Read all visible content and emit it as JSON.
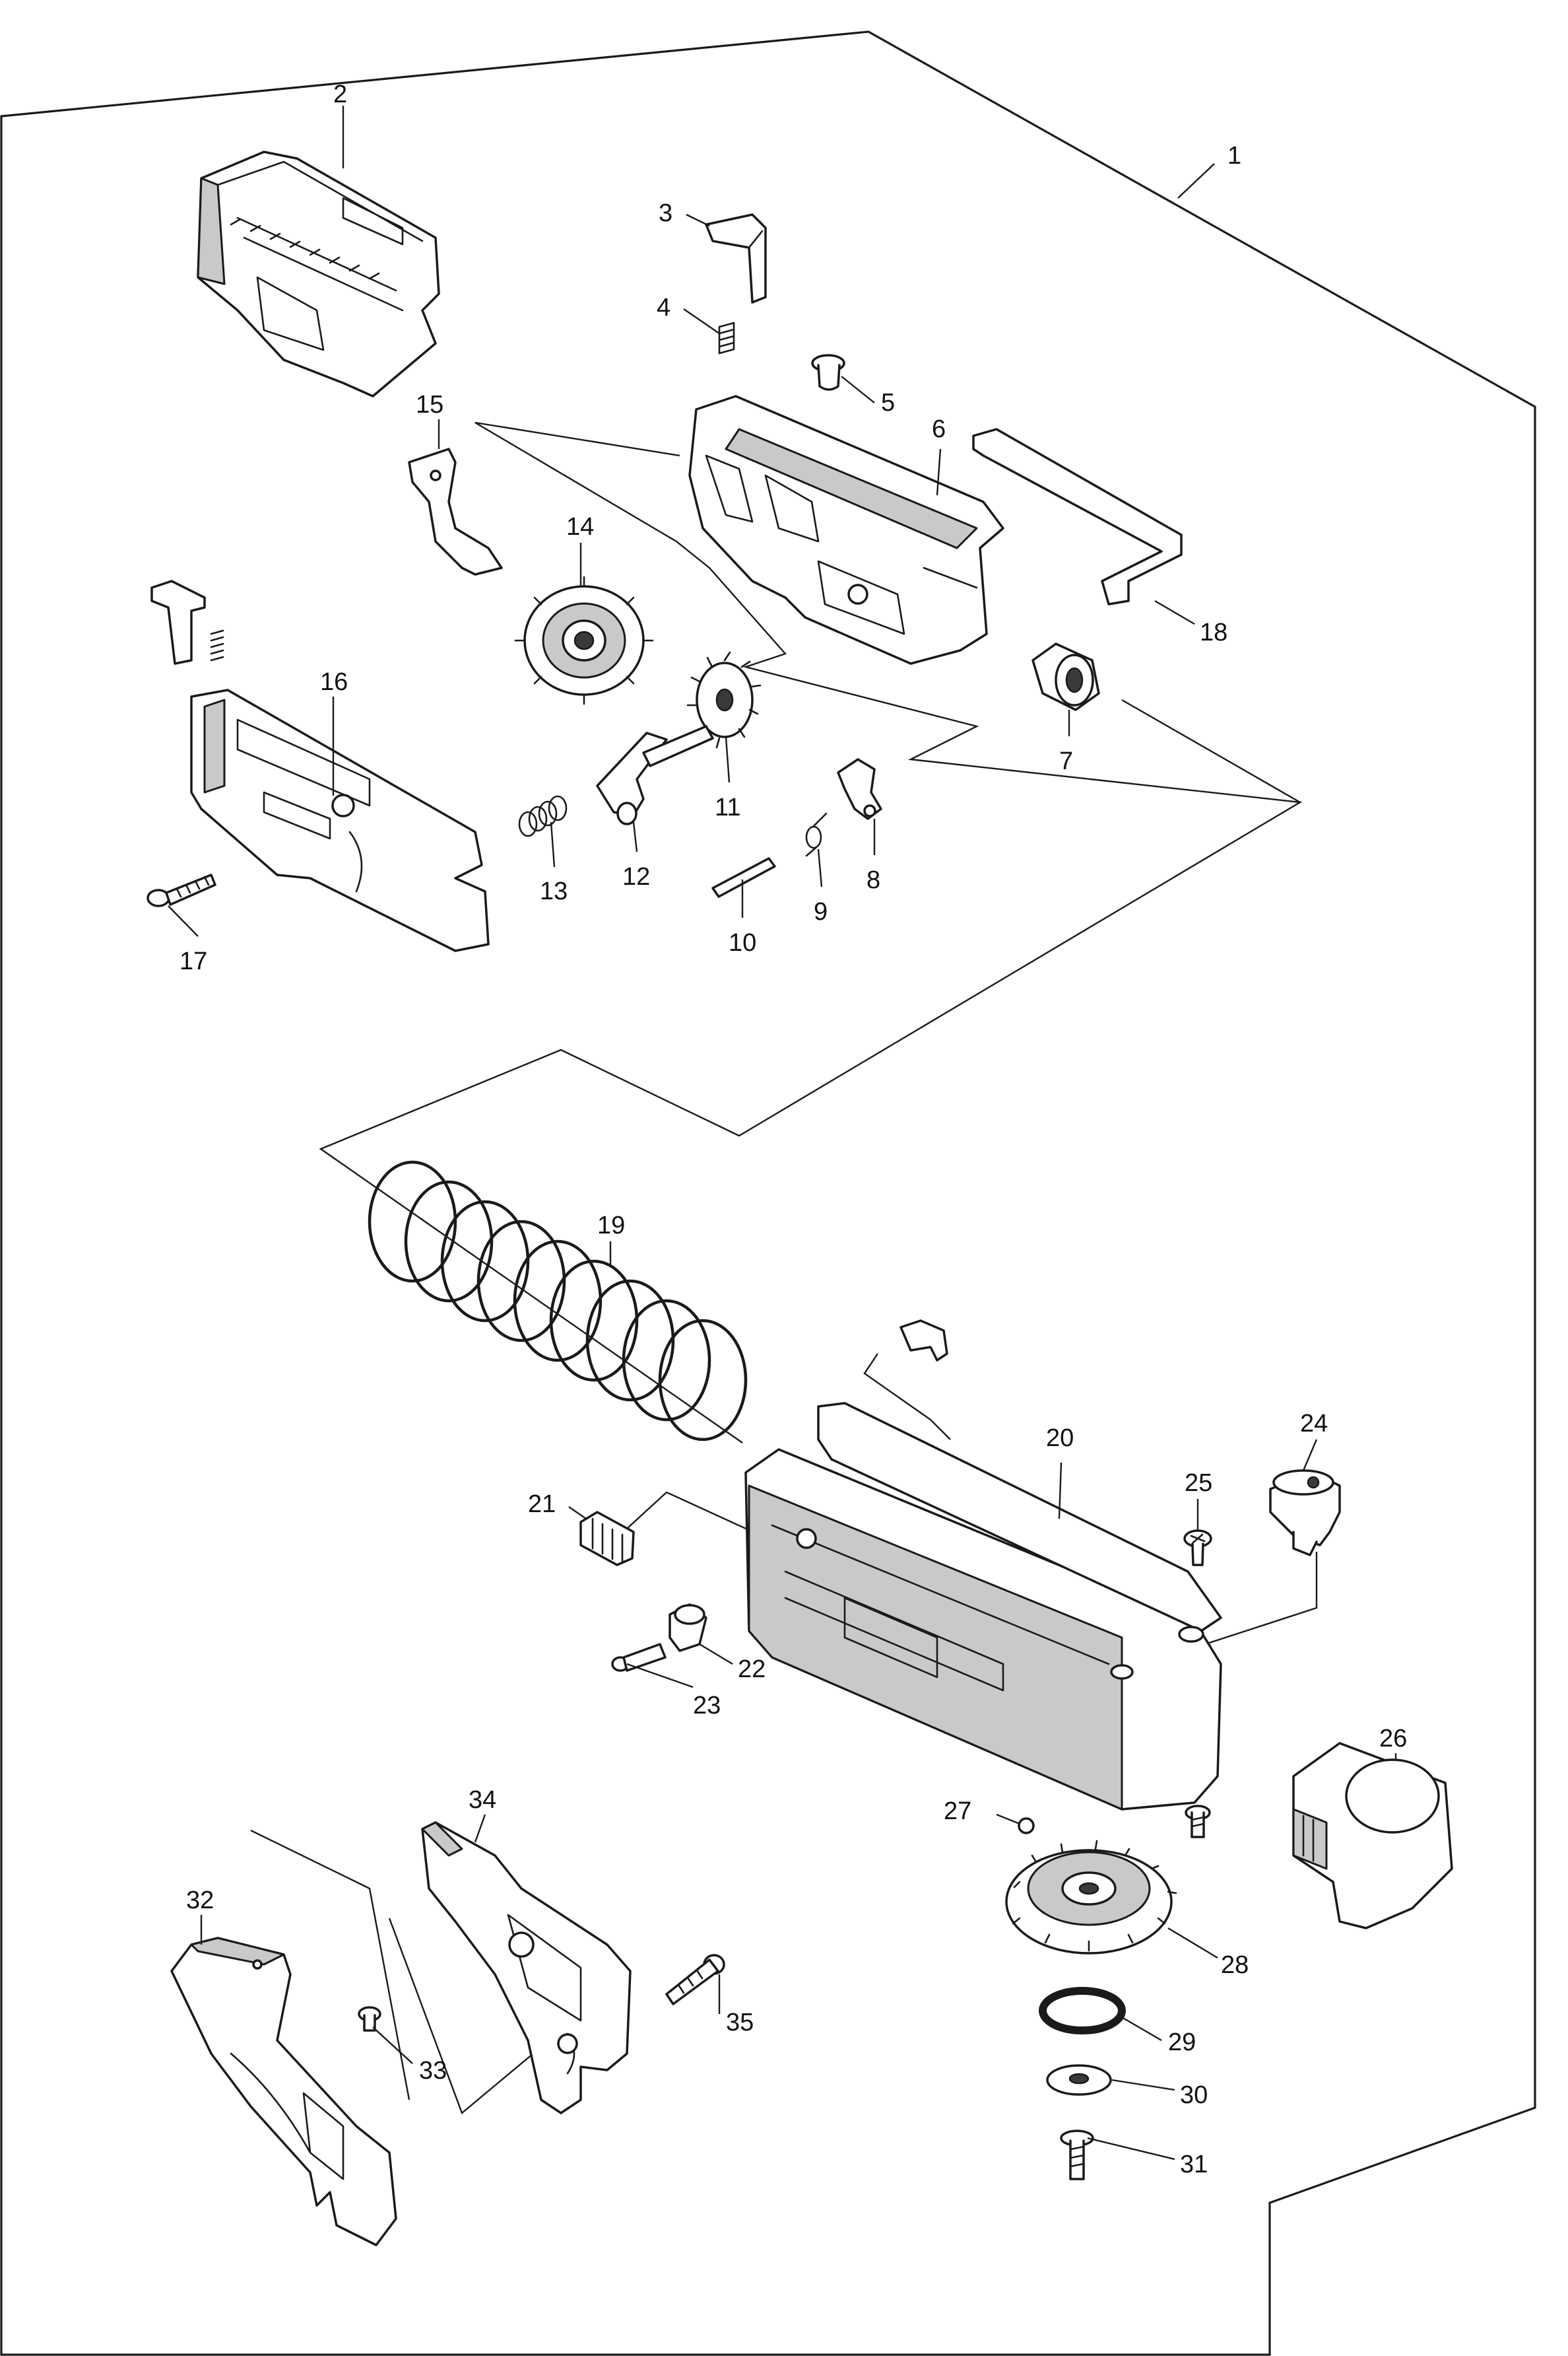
{
  "parts": [
    {
      "id": "p1",
      "label": "1"
    },
    {
      "id": "p2",
      "label": "2"
    },
    {
      "id": "p3",
      "label": "3"
    },
    {
      "id": "p4",
      "label": "4"
    },
    {
      "id": "p5",
      "label": "5"
    },
    {
      "id": "p6",
      "label": "6"
    },
    {
      "id": "p7",
      "label": "7"
    },
    {
      "id": "p8",
      "label": "8"
    },
    {
      "id": "p9",
      "label": "9"
    },
    {
      "id": "p10",
      "label": "10"
    },
    {
      "id": "p11",
      "label": "11"
    },
    {
      "id": "p12",
      "label": "12"
    },
    {
      "id": "p13",
      "label": "13"
    },
    {
      "id": "p14",
      "label": "14"
    },
    {
      "id": "p15",
      "label": "15"
    },
    {
      "id": "p16",
      "label": "16"
    },
    {
      "id": "p17",
      "label": "17"
    },
    {
      "id": "p18",
      "label": "18"
    },
    {
      "id": "p19",
      "label": "19"
    },
    {
      "id": "p20",
      "label": "20"
    },
    {
      "id": "p21",
      "label": "21"
    },
    {
      "id": "p22",
      "label": "22"
    },
    {
      "id": "p23",
      "label": "23"
    },
    {
      "id": "p24",
      "label": "24"
    },
    {
      "id": "p25",
      "label": "25"
    },
    {
      "id": "p26",
      "label": "26"
    },
    {
      "id": "p27",
      "label": "27"
    },
    {
      "id": "p28",
      "label": "28"
    },
    {
      "id": "p29",
      "label": "29"
    },
    {
      "id": "p30",
      "label": "30"
    },
    {
      "id": "p31",
      "label": "31"
    },
    {
      "id": "p32",
      "label": "32"
    },
    {
      "id": "p33",
      "label": "33"
    },
    {
      "id": "p34",
      "label": "34"
    },
    {
      "id": "p35",
      "label": "35"
    }
  ]
}
